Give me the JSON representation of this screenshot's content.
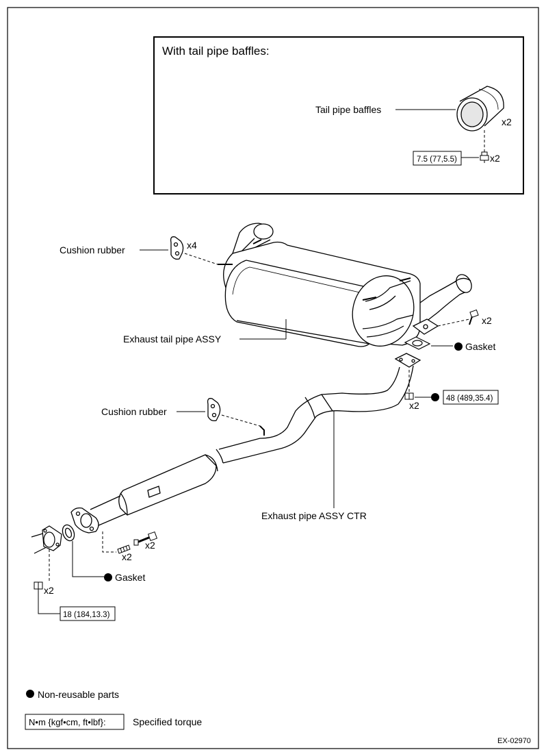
{
  "inset": {
    "title": "With tail pipe baffles:"
  },
  "labels": {
    "tail_pipe_baffles": "Tail pipe baffles",
    "cushion_rubber_top": "Cushion rubber",
    "exhaust_tail_pipe": "Exhaust tail pipe ASSY",
    "gasket_right": "Gasket",
    "cushion_rubber_mid": "Cushion rubber",
    "exhaust_pipe_ctr": "Exhaust pipe ASSY CTR",
    "gasket_left": "Gasket"
  },
  "quantities": {
    "baffles": "x2",
    "baffle_bolt": "x2",
    "cushion_top": "x4",
    "tail_bolt": "x2",
    "ctr_nut": "x2",
    "stud": "x2",
    "bolt": "x2",
    "front_nut": "x2"
  },
  "torques": {
    "baffle_bolt": "7.5 (77,5.5)",
    "ctr_nut": "48 (489,35.4)",
    "front_nut": "18 (184,13.3)"
  },
  "legend": {
    "non_reusable": "Non-reusable parts",
    "torque_units": "N•m {kgf•cm, ft•lbf}:",
    "specified_torque": "Specified torque"
  },
  "figure_id": "EX-02970"
}
